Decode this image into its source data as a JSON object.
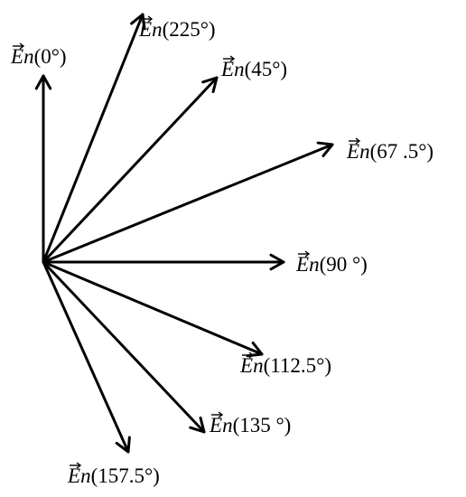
{
  "colors": {
    "ink": "#000000",
    "background": "#ffffff"
  },
  "vectors": [
    {
      "symbol": "E",
      "subscript": "n",
      "angle_text": "(0°)"
    },
    {
      "symbol": "E",
      "subscript": "n",
      "angle_text": "(225°)"
    },
    {
      "symbol": "E",
      "subscript": "n",
      "angle_text": "(45°)"
    },
    {
      "symbol": "E",
      "subscript": "n",
      "angle_text": "(67 .5°)"
    },
    {
      "symbol": "E",
      "subscript": "n",
      "angle_text": "(90 °)"
    },
    {
      "symbol": "E",
      "subscript": "n",
      "angle_text": "(112.5°)"
    },
    {
      "symbol": "E",
      "subscript": "n",
      "angle_text": "(135 °)"
    },
    {
      "symbol": "E",
      "subscript": "n",
      "angle_text": "(157.5°)"
    }
  ]
}
